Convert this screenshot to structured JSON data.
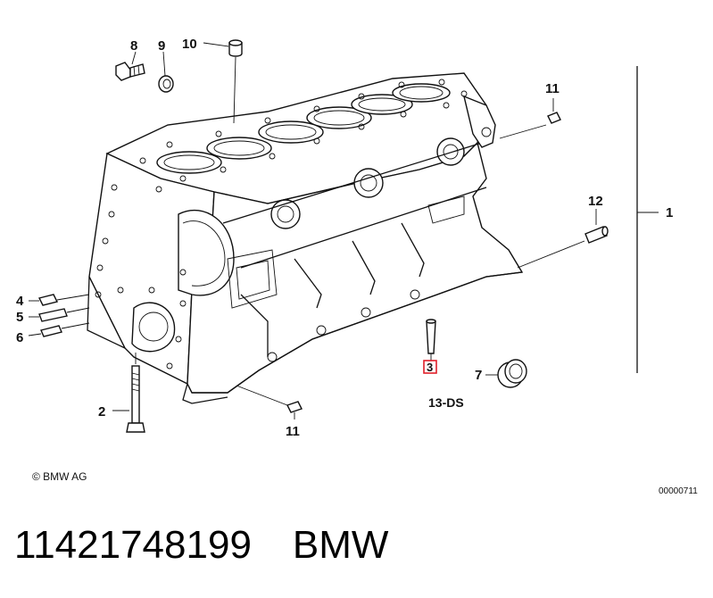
{
  "diagram": {
    "callouts": [
      {
        "id": "c1",
        "label": "1"
      },
      {
        "id": "c2",
        "label": "2"
      },
      {
        "id": "c3",
        "label": "3"
      },
      {
        "id": "c4",
        "label": "4"
      },
      {
        "id": "c5",
        "label": "5"
      },
      {
        "id": "c6",
        "label": "6"
      },
      {
        "id": "c7",
        "label": "7"
      },
      {
        "id": "c8",
        "label": "8"
      },
      {
        "id": "c9",
        "label": "9"
      },
      {
        "id": "c10",
        "label": "10"
      },
      {
        "id": "c11a",
        "label": "11"
      },
      {
        "id": "c11b",
        "label": "11"
      },
      {
        "id": "c12",
        "label": "12"
      }
    ],
    "variant_code": "13-DS",
    "copyright": "© BMW AG",
    "drawing_number": "00000711",
    "highlight_color": "#e0202a"
  },
  "caption": {
    "part_number": "11421748199",
    "brand": "BMW"
  }
}
